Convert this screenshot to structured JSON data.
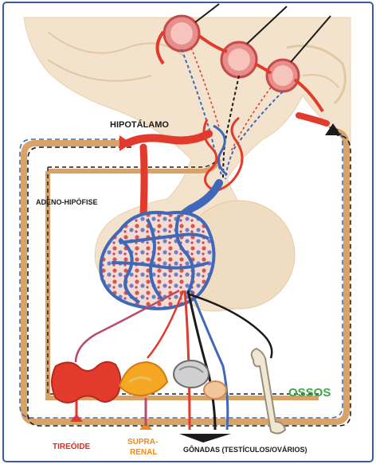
{
  "labels": {
    "hipotalamo": "HIPOTÁLAMO",
    "adeno_hipofise": "ADENO-HIPÓFISE",
    "ossos": "OSSOS",
    "tireoide": "TIREÓIDE",
    "supra_renal_line1": "SUPRA-",
    "supra_renal_line2": "RENAL",
    "gonadas": "GÔNADAS (TESTÍCULOS/OVÁRIOS)"
  },
  "colors": {
    "frame": "#3a5aa8",
    "background": "#ffffff",
    "brain_tissue": "#f3e3cc",
    "artery_red": "#e23a2c",
    "vein_blue": "#3f68b8",
    "nerve_dark": "#1b1b1b",
    "label_red": "#e32b1f",
    "label_orange": "#f08a1c",
    "label_green": "#3aa845",
    "tan_pathway": "#d9a267"
  }
}
